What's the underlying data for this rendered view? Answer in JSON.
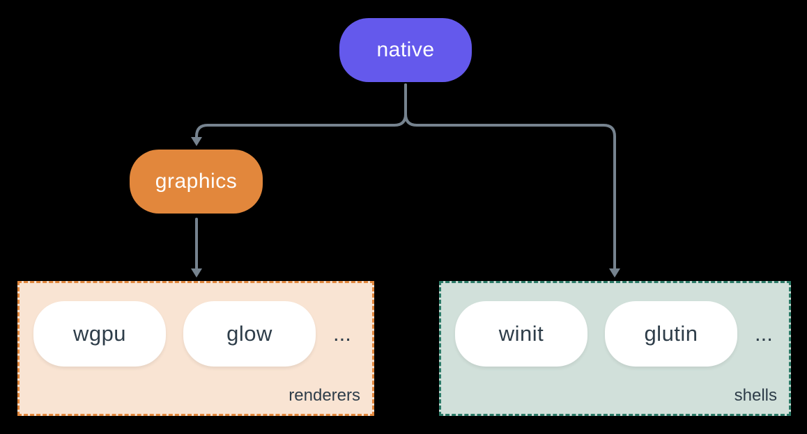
{
  "colors": {
    "background": "#000000",
    "edge": "#76838F",
    "native_fill": "#6459EC",
    "node_text": "#FFFFFF",
    "graphics_fill": "#E2873C",
    "renderers_fill": "#F9E4D3",
    "renderers_border": "#E2873C",
    "shells_fill": "#D1E0DA",
    "shells_border": "#2B7A67",
    "item_fill": "#FFFFFF",
    "item_text": "#2E3D49"
  },
  "nodes": {
    "native": {
      "label": "native"
    },
    "graphics": {
      "label": "graphics"
    }
  },
  "groups": {
    "renderers": {
      "label": "renderers",
      "items": [
        "wgpu",
        "glow"
      ],
      "ellipsis": "..."
    },
    "shells": {
      "label": "shells",
      "items": [
        "winit",
        "glutin"
      ],
      "ellipsis": "..."
    }
  },
  "edges": [
    {
      "from": "native",
      "to": "graphics"
    },
    {
      "from": "native",
      "to": "shells"
    },
    {
      "from": "graphics",
      "to": "renderers"
    }
  ]
}
